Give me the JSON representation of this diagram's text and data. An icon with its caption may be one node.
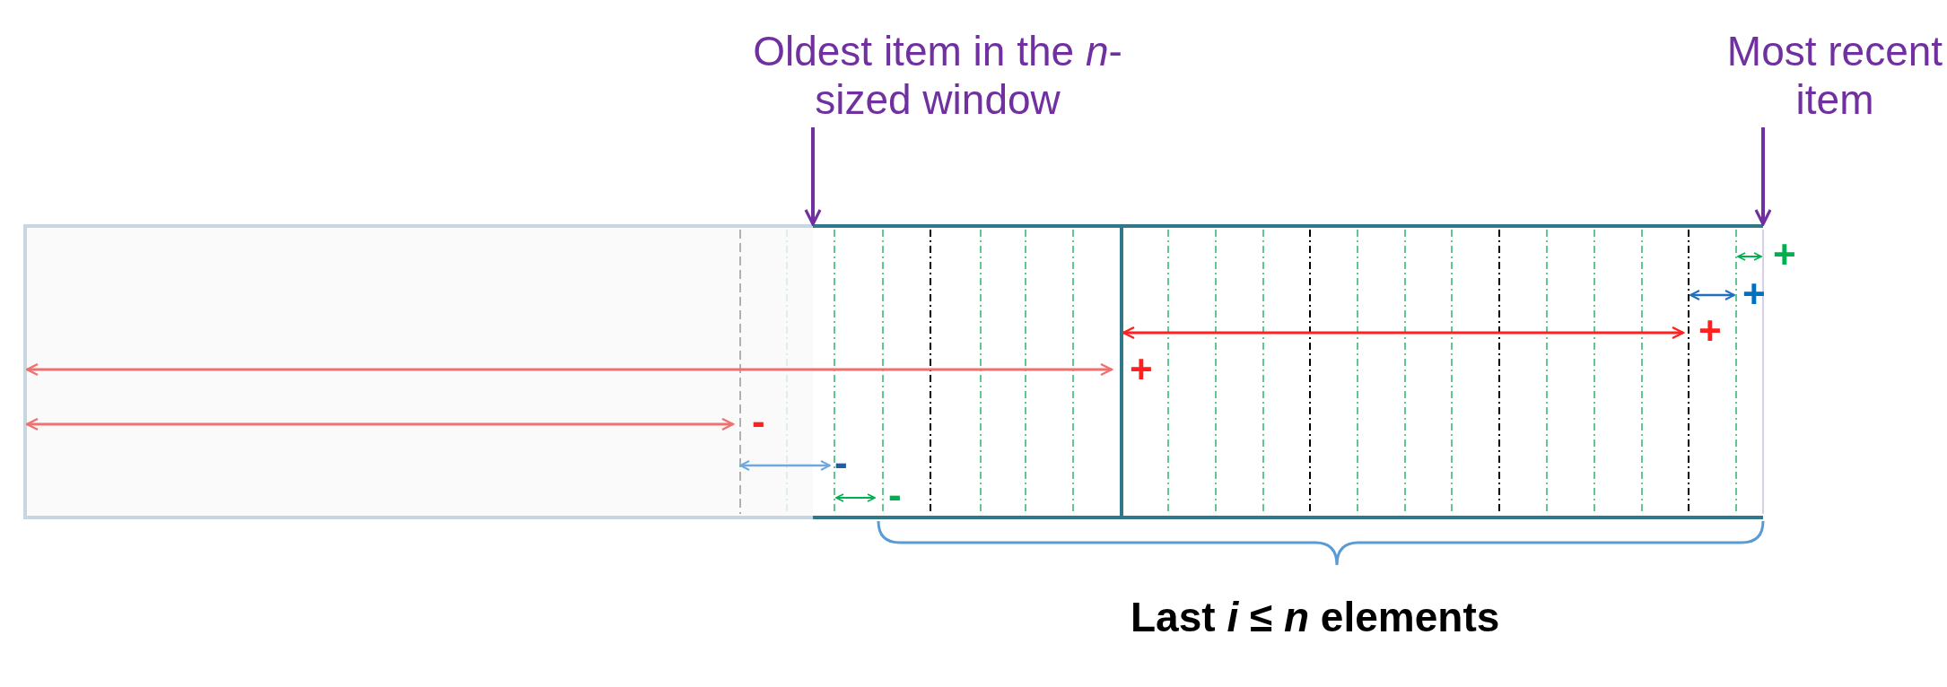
{
  "diagram": {
    "nodes": [
      {
        "text": [
          "Oldest item in the *n*-sized window"
        ]
      },
      {
        "text": [
          "Most recent item"
        ]
      },
      {
        "text": [],
        "shape": "box"
      }
    ],
    "edges": [
      {
        "from": 0,
        "to": 2,
        "arrow": "to"
      },
      {
        "from": 1,
        "to": 2,
        "arrow": "to"
      }
    ],
    "labels": [
      "+",
      "+",
      "+",
      "+",
      "-",
      "-",
      "-",
      "Last *i* ≤ *n* elements"
    ]
  }
}
